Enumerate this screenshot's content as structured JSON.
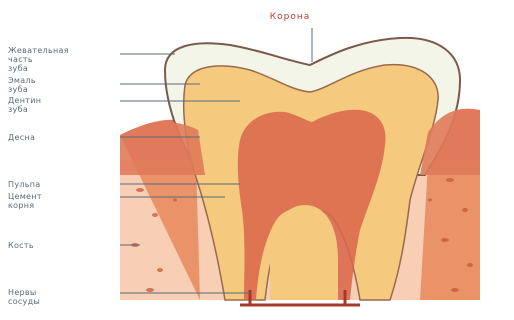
{
  "diagram": {
    "top_label": "Корона",
    "left_labels": [
      {
        "lines": [
          "Жевательная",
          "часть",
          "зуба"
        ]
      },
      {
        "lines": [
          "Эмаль",
          "зуба"
        ]
      },
      {
        "lines": [
          "Дентин",
          "зуба"
        ]
      },
      {
        "lines": [
          "Десна"
        ]
      },
      {
        "lines": [
          "Пульпа"
        ]
      },
      {
        "lines": [
          "Цемент",
          "корня"
        ]
      },
      {
        "lines": [
          "Кость"
        ]
      },
      {
        "lines": [
          "Нервы",
          "сосуды"
        ]
      }
    ]
  },
  "colors": {
    "enamel": "#f3f5e8",
    "dentin": "#f5c97e",
    "pulp": "#d9654a",
    "gum": "#e07a5a",
    "bone": "#f2a876",
    "outline": "#7a5a4a"
  }
}
